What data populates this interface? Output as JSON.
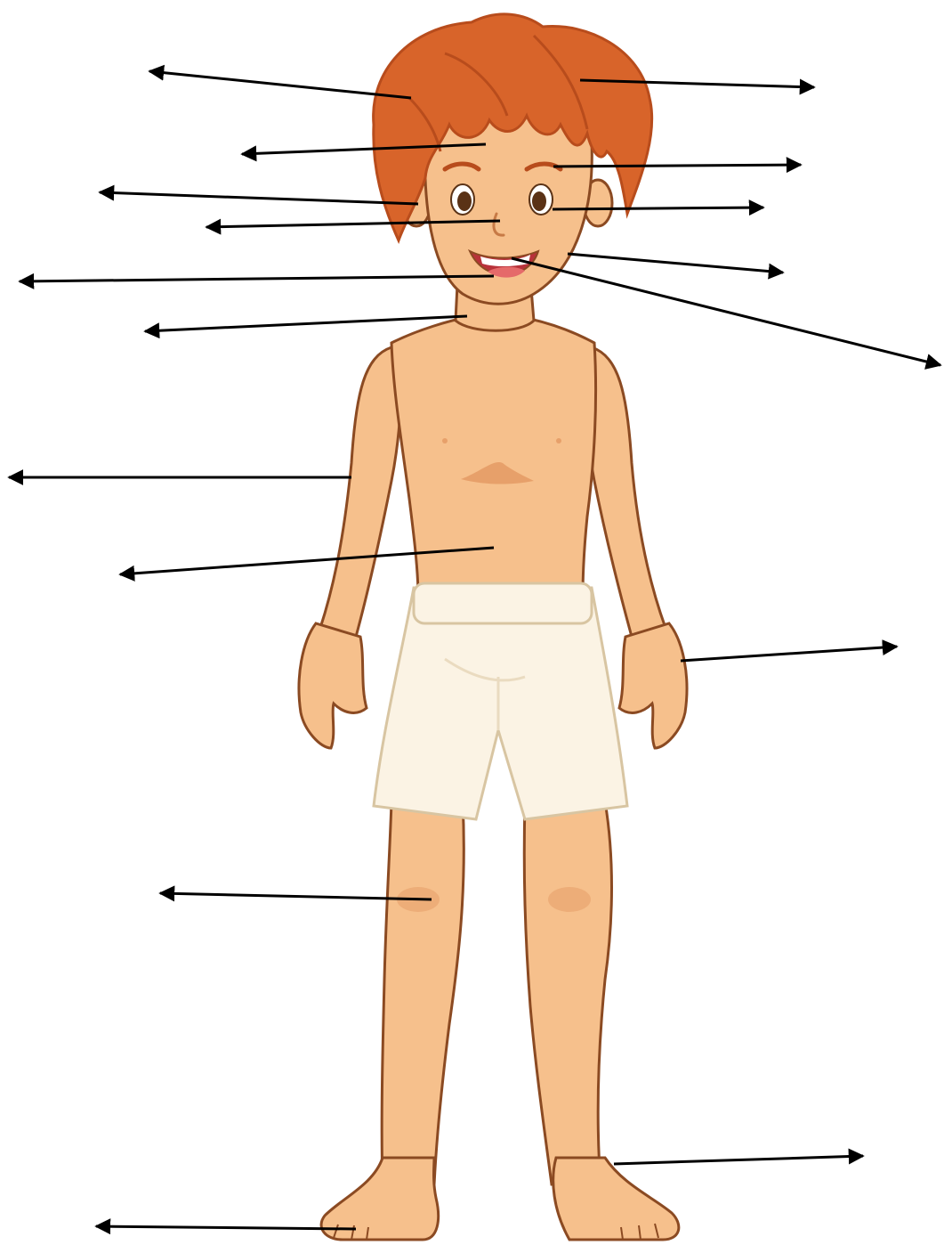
{
  "diagram": {
    "subject": "boy-body-parts-worksheet",
    "colors": {
      "hair": "#D8642A",
      "hair_dark": "#B84C1C",
      "skin": "#F6C08C",
      "skin_shade": "#E7A06A",
      "outline": "#8B4A22",
      "shorts": "#FBF3E4",
      "shorts_shade": "#EADBC0",
      "eye": "#5A3216",
      "mouth": "#B8323A",
      "arrow": "#000000"
    },
    "pointers": [
      {
        "id": "hair-left",
        "side": "left"
      },
      {
        "id": "hair-right",
        "side": "right"
      },
      {
        "id": "forehead",
        "side": "left"
      },
      {
        "id": "eyebrow",
        "side": "right"
      },
      {
        "id": "ear",
        "side": "left"
      },
      {
        "id": "eye",
        "side": "right"
      },
      {
        "id": "nose",
        "side": "left"
      },
      {
        "id": "cheek",
        "side": "right"
      },
      {
        "id": "mouth",
        "side": "left"
      },
      {
        "id": "teeth",
        "side": "right"
      },
      {
        "id": "neck",
        "side": "left"
      },
      {
        "id": "arm",
        "side": "left"
      },
      {
        "id": "stomach",
        "side": "left"
      },
      {
        "id": "hand",
        "side": "right"
      },
      {
        "id": "knee",
        "side": "left"
      },
      {
        "id": "foot",
        "side": "right"
      },
      {
        "id": "toes",
        "side": "left"
      }
    ]
  }
}
